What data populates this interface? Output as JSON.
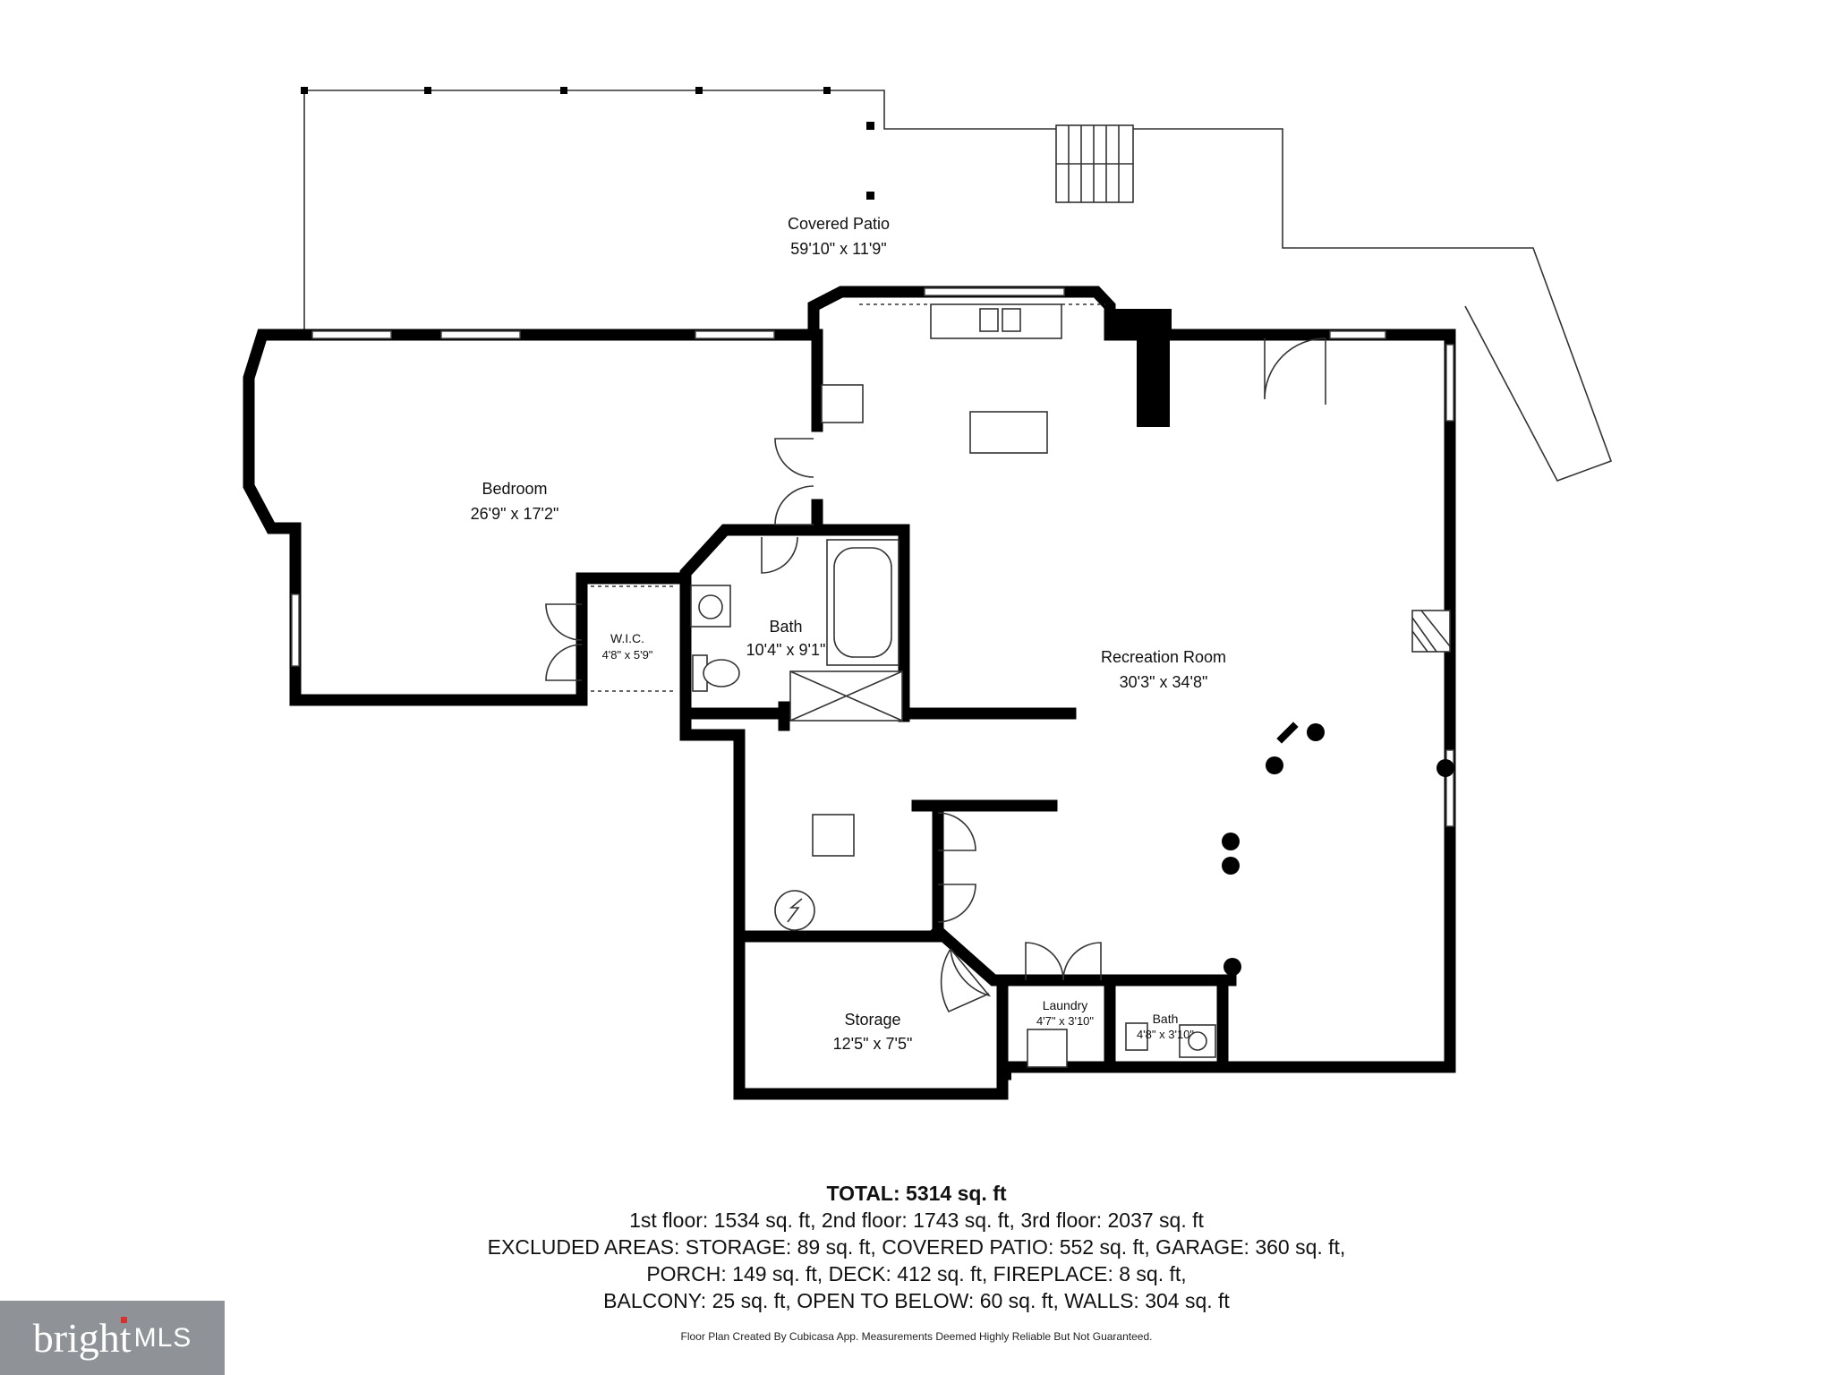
{
  "rooms": {
    "covered_patio": {
      "name": "Covered Patio",
      "dims": "59'10\" x 11'9\""
    },
    "bedroom": {
      "name": "Bedroom",
      "dims": "26'9\" x 17'2\""
    },
    "wic": {
      "name": "W.I.C.",
      "dims": "4'8\" x 5'9\""
    },
    "bath_main": {
      "name": "Bath",
      "dims": "10'4\" x 9'1\""
    },
    "recreation": {
      "name": "Recreation Room",
      "dims": "30'3\" x 34'8\""
    },
    "storage": {
      "name": "Storage",
      "dims": "12'5\" x 7'5\""
    },
    "laundry": {
      "name": "Laundry",
      "dims": "4'7\" x 3'10\""
    },
    "bath_small": {
      "name": "Bath",
      "dims": "4'8\" x 3'10\""
    }
  },
  "summary": {
    "total": "TOTAL: 5314 sq. ft",
    "line1": "1st floor: 1534 sq. ft, 2nd floor: 1743 sq. ft, 3rd floor: 2037 sq. ft",
    "line2": "EXCLUDED AREAS: STORAGE: 89 sq. ft, COVERED PATIO: 552 sq. ft, GARAGE: 360 sq. ft,",
    "line3": "PORCH: 149 sq. ft, DECK: 412 sq. ft, FIREPLACE: 8 sq. ft,",
    "line4": "BALCONY: 25 sq. ft, OPEN TO BELOW: 60 sq. ft, WALLS: 304 sq. ft"
  },
  "disclaimer": "Floor Plan Created By Cubicasa App. Measurements Deemed Highly Reliable But Not Guaranteed.",
  "logo": {
    "brand": "bright",
    "suffix": "MLS",
    "accent_color": "#d7332c",
    "background": "#8f9296"
  }
}
